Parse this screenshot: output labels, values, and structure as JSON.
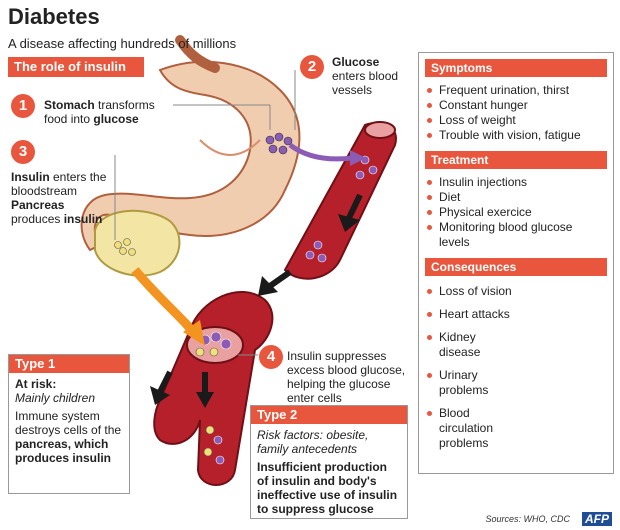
{
  "header": {
    "title": "Diabetes",
    "subtitle": "A disease affecting hundreds of millions",
    "section": "The role of insulin"
  },
  "steps": [
    {
      "num": "1",
      "bold": "Stomach",
      "rest": " transforms food into ",
      "bold2": "glucose"
    },
    {
      "num": "2",
      "bold": "Glucose",
      "rest": " enters blood vessels"
    },
    {
      "num": "3",
      "bold": "Insulin",
      "rest": " enters the bloodstream",
      "bold2": "Pancreas",
      "rest2": " produces ",
      "bold3": "insulin"
    },
    {
      "num": "4",
      "rest": "Insulin suppresses excess blood glucose, helping the glucose enter cells"
    }
  ],
  "symptoms": {
    "title": "Symptoms",
    "items": [
      "Frequent urination, thirst",
      "Constant hunger",
      "Loss of weight",
      "Trouble with vision, fatigue"
    ]
  },
  "treatment": {
    "title": "Treatment",
    "items": [
      "Insulin injections",
      "Diet",
      "Physical exercice",
      "Monitoring blood glucose levels"
    ]
  },
  "consequences": {
    "title": "Consequences",
    "items": [
      "Loss of vision",
      "Heart attacks",
      "Kidney disease",
      "Urinary problems",
      "Blood circulation problems"
    ]
  },
  "type1": {
    "title": "Type 1",
    "risk_label": "At risk:",
    "risk_value": "Mainly children",
    "text1": "Immune system destroys cells of the ",
    "bold": "pancreas, which produces insulin"
  },
  "type2": {
    "title": "Type 2",
    "risk": "Risk factors: obesite, family antecedents",
    "bold": "Insufficient production of insulin and body's ineffective use of insulin to suppress glucose"
  },
  "footer": {
    "sources": "Sources: WHO, CDC",
    "logo": "AFP"
  },
  "colors": {
    "accent": "#e8563d",
    "vessel": "#b5202a",
    "stomach": "#f1cdb0",
    "pancreas": "#f3e6a4",
    "body": "#9fb3d6",
    "glucose": "#f1e07a",
    "insulin": "#8c5bb6"
  }
}
